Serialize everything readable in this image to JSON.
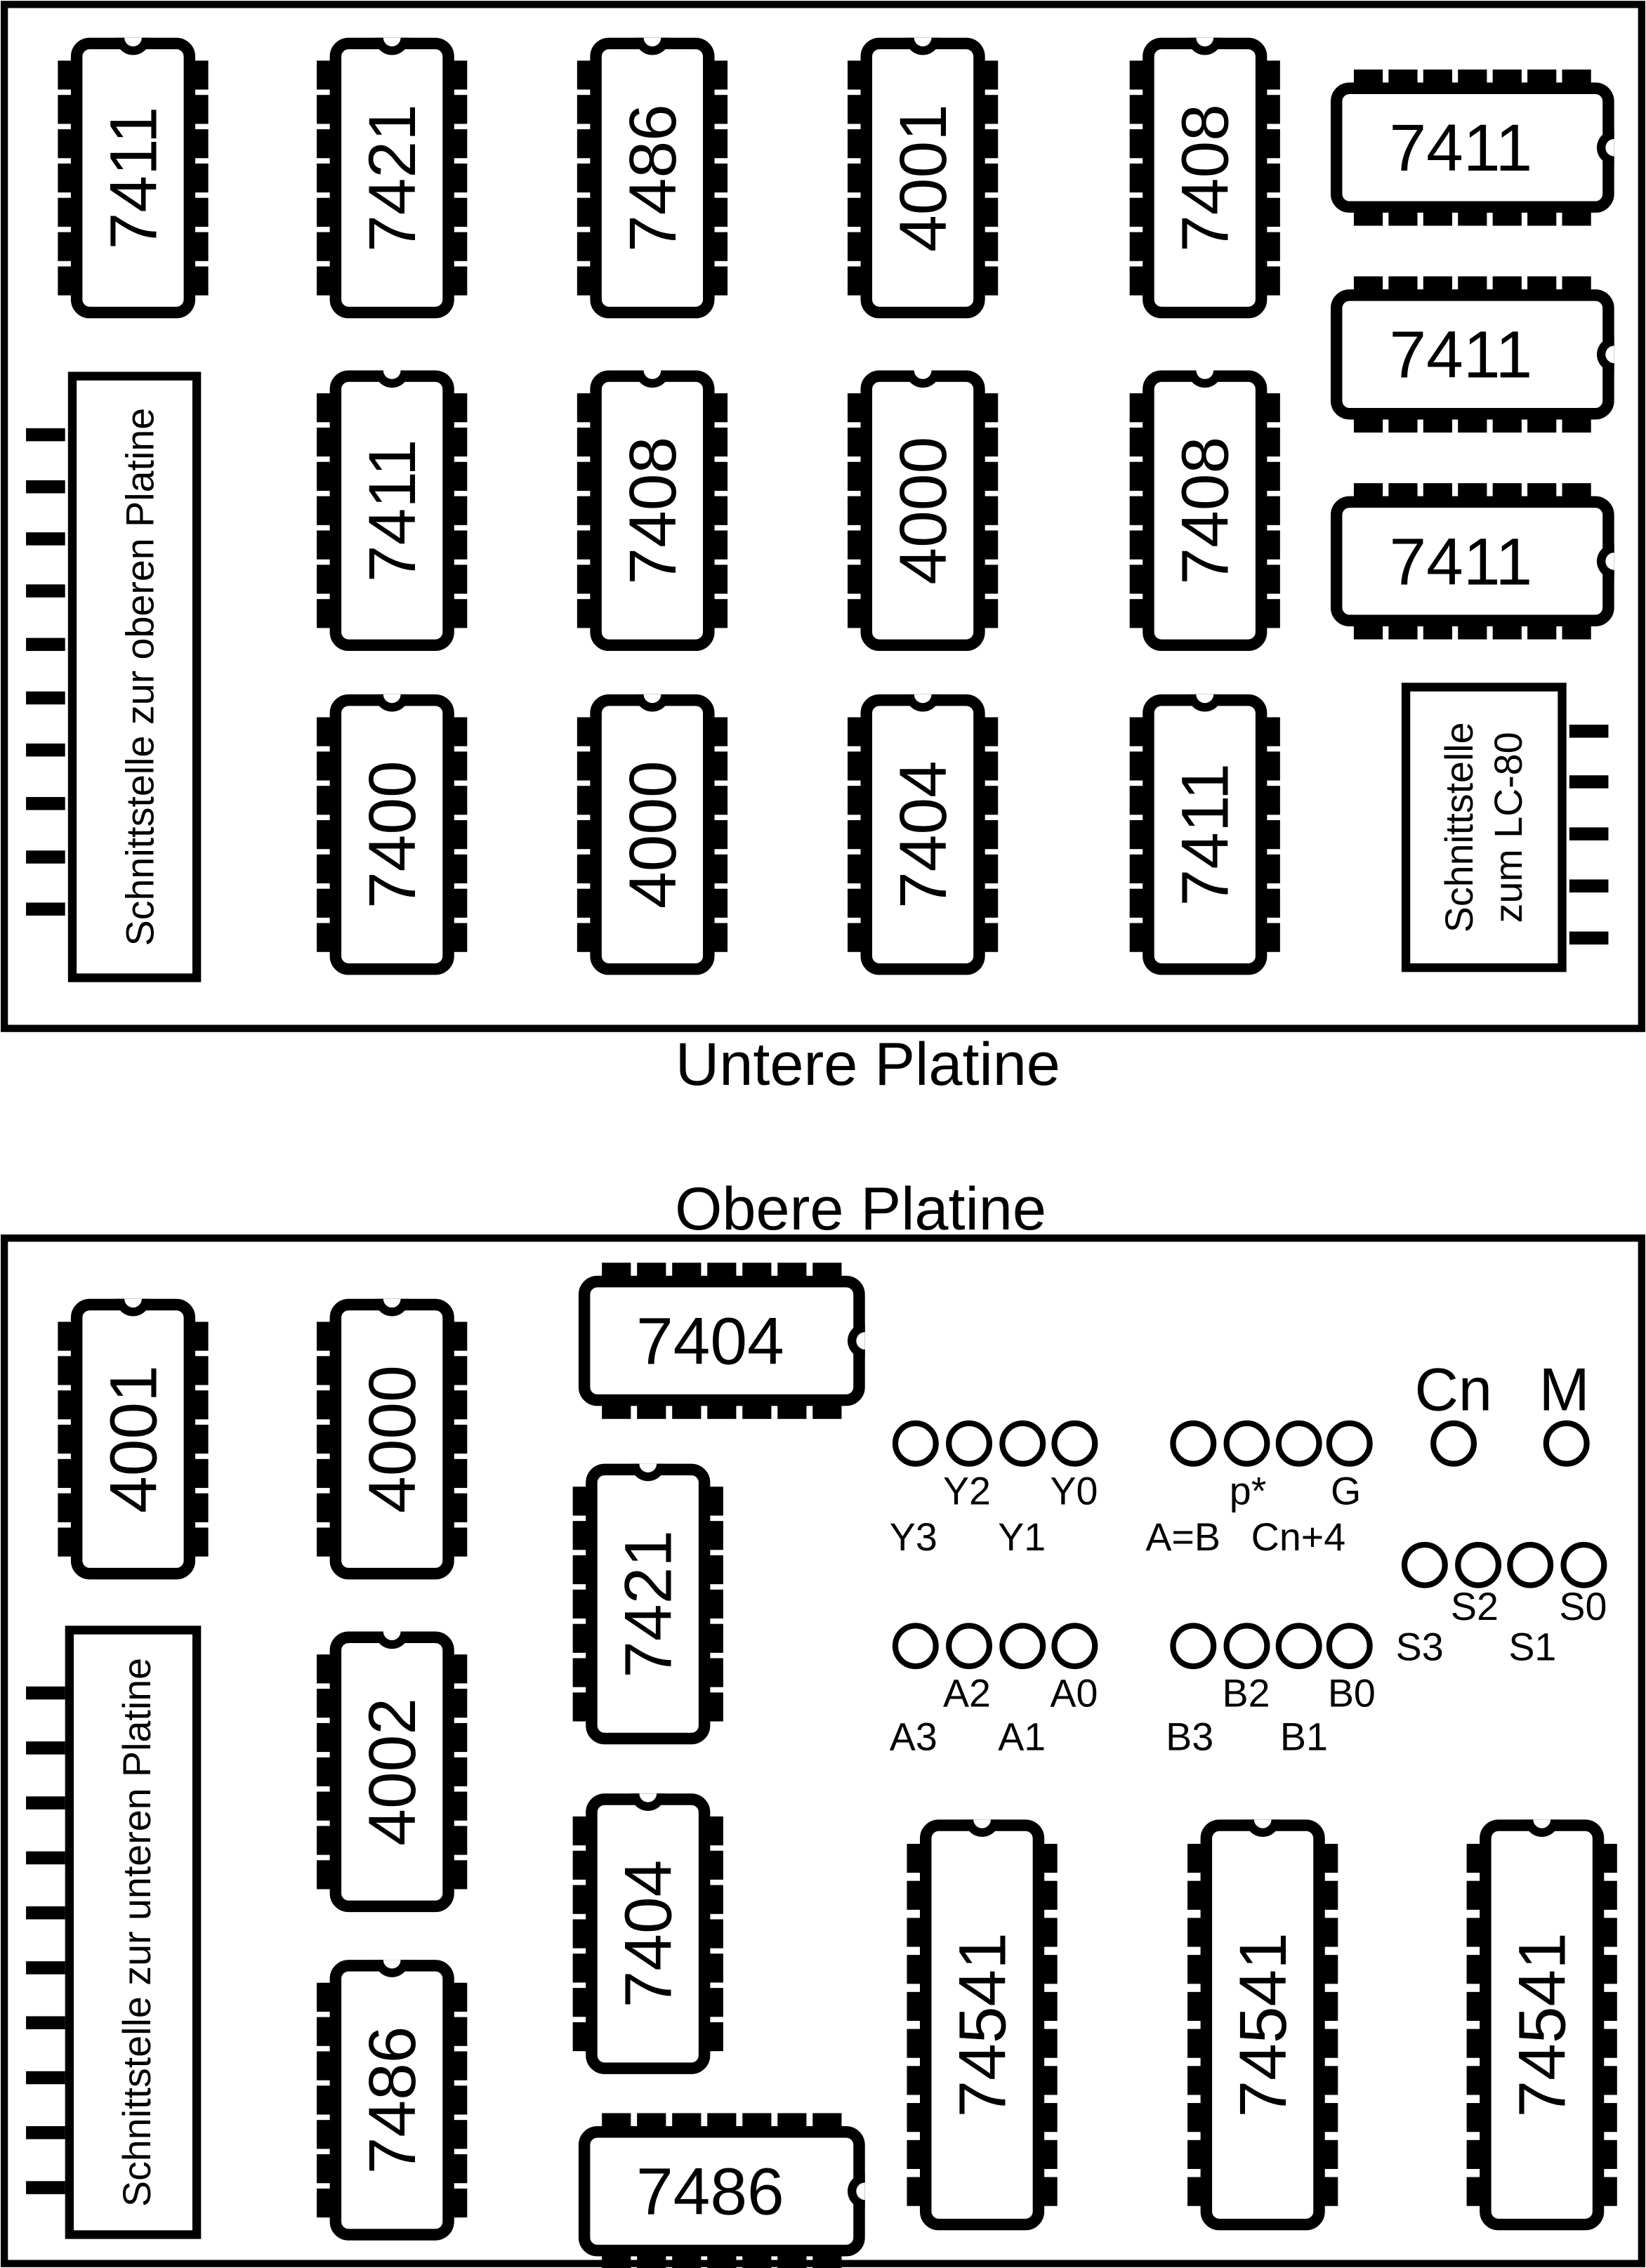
{
  "colors": {
    "ink": "#000000",
    "background": "#ffffff"
  },
  "lower_board": {
    "title": "Untere Platine",
    "interface_upper": "Schnittstelle zur oberen Platine",
    "interface_lc80_line1": "Schnittstelle",
    "interface_lc80_line2": "zum LC-80",
    "chips": [
      "7411",
      "7421",
      "7486",
      "4001",
      "7408",
      "7411",
      "7411",
      "7408",
      "4000",
      "7408",
      "7411",
      "7400",
      "4000",
      "7404",
      "7411",
      "7411"
    ]
  },
  "upper_board": {
    "title": "Obere Platine",
    "interface_lower": "Schnittstelle zur unteren Platine",
    "chips": [
      "4001",
      "4000",
      "4002",
      "7486",
      "7404",
      "7421",
      "7404",
      "7486",
      "74541",
      "74541",
      "74541"
    ],
    "pads": {
      "y": [
        "Y3",
        "Y2",
        "Y1",
        "Y0"
      ],
      "status": [
        "A=B",
        "p*",
        "Cn+4",
        "G"
      ],
      "cn": "Cn",
      "m": "M",
      "s": [
        "S3",
        "S2",
        "S1",
        "S0"
      ],
      "a": [
        "A3",
        "A2",
        "A1",
        "A0"
      ],
      "b": [
        "B3",
        "B2",
        "B1",
        "B0"
      ]
    }
  }
}
